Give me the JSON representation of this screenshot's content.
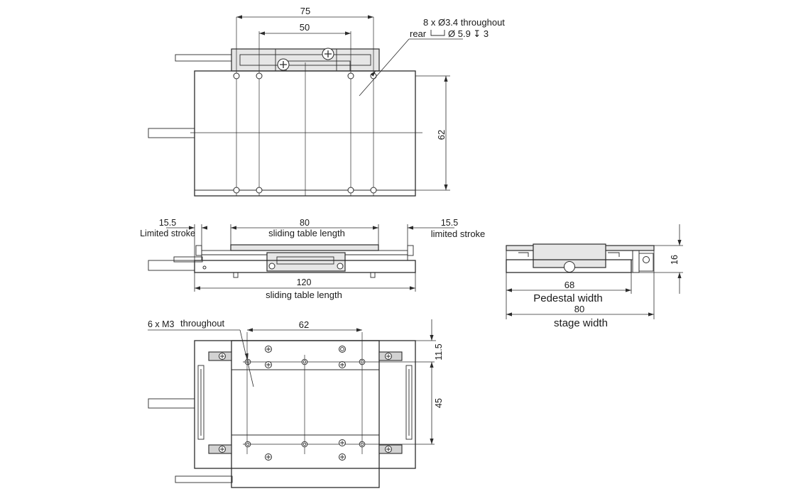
{
  "top_view": {
    "dim_75": "75",
    "dim_50": "50",
    "dim_62": "62",
    "hole_note_line1": "8 x Ø3.4  throughout",
    "hole_note_rear": "rear",
    "hole_note_line2": "Ø 5.9 ↧ 3"
  },
  "side_view": {
    "left_stroke_value": "15.5",
    "left_stroke_label": "Limited stroke",
    "table_length_value": "80",
    "table_length_label": "sliding table length",
    "right_stroke_value": "15.5",
    "right_stroke_label": "limited stroke",
    "overall_value": "120",
    "overall_label": "sliding table length"
  },
  "end_view": {
    "height_value": "16",
    "pedestal_value": "68",
    "pedestal_label": "Pedestal width",
    "stage_value": "80",
    "stage_label": "stage width"
  },
  "bottom_view": {
    "thread_note_count": "6 x M3",
    "thread_note_text": "throughout",
    "dim_62": "62",
    "dim_11_5": "11.5",
    "dim_45": "45"
  }
}
